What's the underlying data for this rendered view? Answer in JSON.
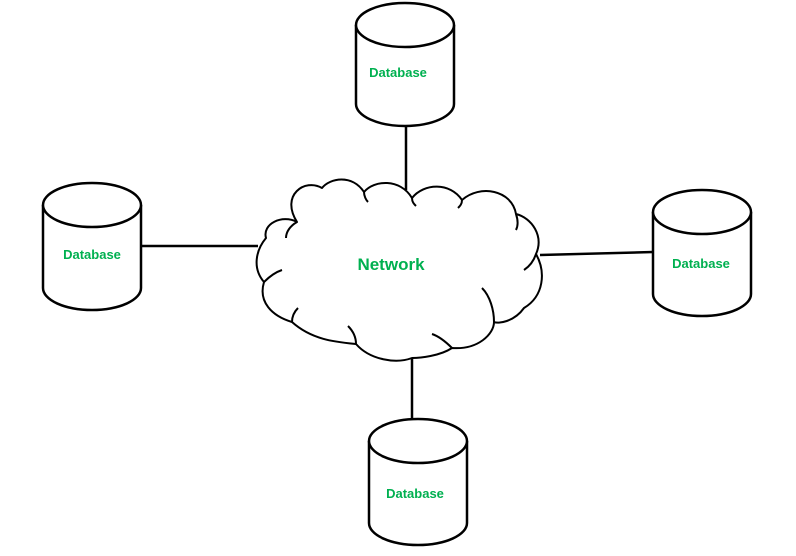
{
  "diagram": {
    "center": {
      "label": "Network",
      "shape": "cloud"
    },
    "nodes": [
      {
        "id": "top",
        "label": "Database",
        "shape": "cylinder"
      },
      {
        "id": "left",
        "label": "Database",
        "shape": "cylinder"
      },
      {
        "id": "right",
        "label": "Database",
        "shape": "cylinder"
      },
      {
        "id": "bottom",
        "label": "Database",
        "shape": "cylinder"
      }
    ],
    "edges": [
      {
        "from": "top",
        "to": "network"
      },
      {
        "from": "left",
        "to": "network"
      },
      {
        "from": "right",
        "to": "network"
      },
      {
        "from": "bottom",
        "to": "network"
      }
    ]
  },
  "colors": {
    "label": "#00b050",
    "stroke": "#000000",
    "fill": "#ffffff",
    "background": "#ffffff"
  }
}
